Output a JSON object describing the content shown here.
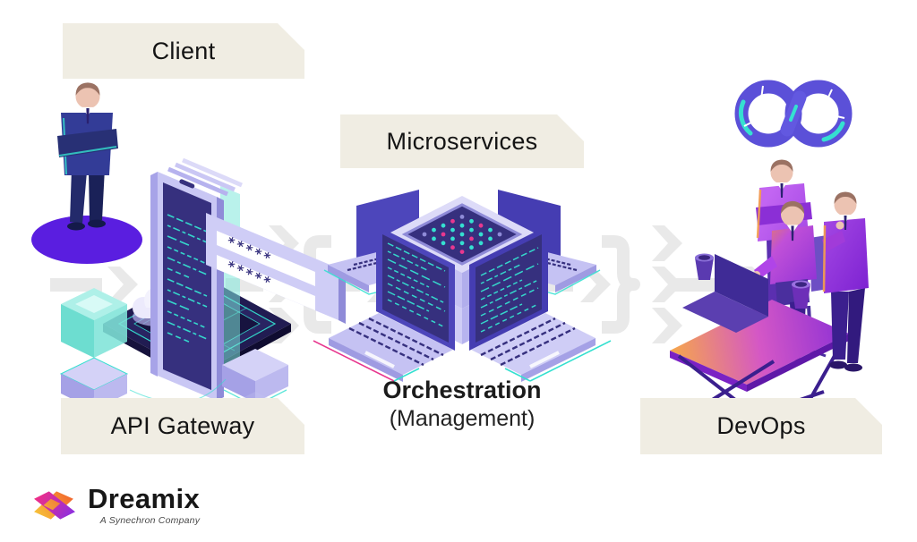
{
  "labels": {
    "client": "Client",
    "microservices": "Microservices",
    "api_gateway": "API Gateway",
    "devops": "DevOps"
  },
  "caption": {
    "title": "Orchestration",
    "subtitle": "(Management)"
  },
  "logo": {
    "brand": "Dreamix",
    "tagline": "A Synechron Company"
  },
  "icons": [
    "client-person-icon",
    "smartphone-icon",
    "password-panel-icon",
    "cloud-icon",
    "cube-icon",
    "server-stack-icon",
    "chip-grid-icon",
    "laptop-icon",
    "curly-brace-left-icon",
    "curly-brace-right-icon",
    "flow-arrow-icon",
    "devops-infinity-icon",
    "desk-icon",
    "team-icon",
    "dreamix-mark-icon"
  ],
  "colors": {
    "label_bg": "#f0ede3",
    "label_text": "#141414",
    "connector": "#e9e9e9",
    "teal": "#35e0d0",
    "pink": "#e8388f",
    "lavender": "#c5c2f3",
    "lavender_deep": "#9f9be2",
    "indigo": "#4d46bb",
    "navy_screen": "#36307e",
    "platform_dark": "#1d1847",
    "violet": "#5a1ee0",
    "suit_purple": "#9333ea",
    "accent_orange": "#f6a14b"
  }
}
